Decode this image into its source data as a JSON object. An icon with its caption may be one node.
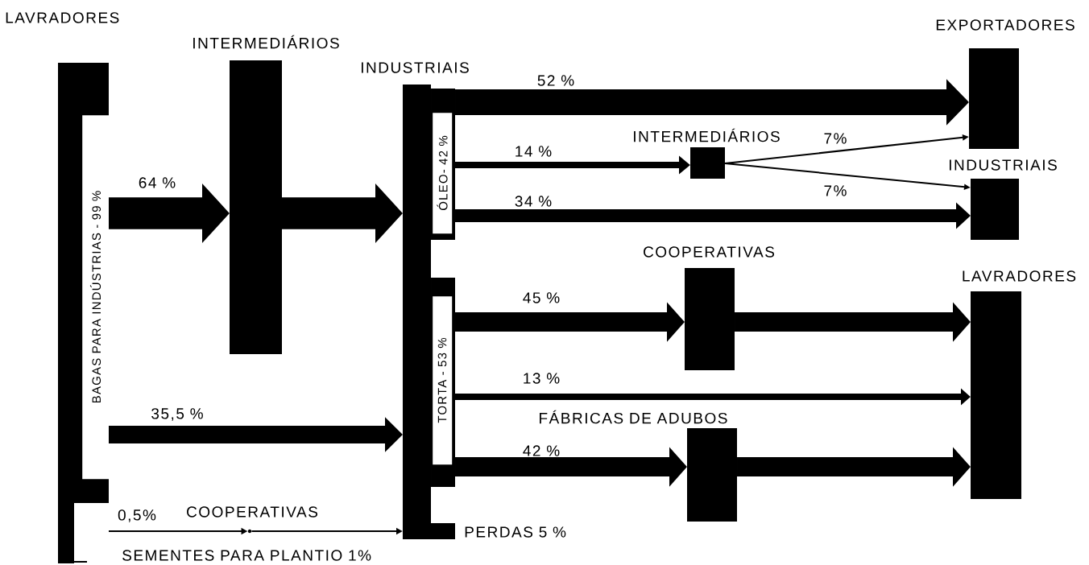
{
  "diagram": {
    "nodes": [
      {
        "text": [
          "LAVRADORES",
          "BAGAS PARA INDÚSTRIAS - 99 %"
        ],
        "beside": [
          "SEMENTES PARA PLANTIO 1%"
        ]
      },
      {
        "text": [
          "INTERMEDIÁRIOS"
        ]
      },
      {
        "text": [
          "INDUSTRIAIS"
        ],
        "beside": [
          "PERDAS 5 %"
        ]
      },
      {
        "text": [
          "ÓLEO- 42 %"
        ]
      },
      {
        "text": [
          "TORTA - 53 %"
        ]
      },
      {
        "text": [
          "EXPORTADORES"
        ]
      },
      {
        "text": [
          "INTERMEDIÁRIOS"
        ]
      },
      {
        "text": [
          "INDUSTRIAIS"
        ]
      },
      {
        "text": [
          "COOPERATIVAS"
        ]
      },
      {
        "text": [
          "LAVRADORES"
        ]
      },
      {
        "text": [
          "FÁBRICAS DE ADUBOS"
        ]
      },
      {
        "text": [
          "COOPERATIVAS"
        ]
      }
    ],
    "edges": [
      {
        "from": 0,
        "to": 1,
        "arrow": "to",
        "label": "64 %",
        "style": "thick"
      },
      {
        "from": 1,
        "to": 2,
        "arrow": "to",
        "style": "thick"
      },
      {
        "from": 0,
        "to": 2,
        "arrow": "to",
        "label": "35,5 %"
      },
      {
        "from": 0,
        "to": 11,
        "arrow": "to",
        "label": "0,5%"
      },
      {
        "from": 11,
        "to": 2,
        "arrow": "to"
      },
      {
        "from": 3,
        "to": 5,
        "arrow": "to",
        "label": "52 %"
      },
      {
        "from": 3,
        "to": 6,
        "arrow": "to",
        "label": "14 %"
      },
      {
        "from": 6,
        "to": 5,
        "arrow": "to",
        "label": "7%"
      },
      {
        "from": 6,
        "to": 7,
        "arrow": "to",
        "label": "7%"
      },
      {
        "from": 3,
        "to": 7,
        "arrow": "to",
        "label": "34 %"
      },
      {
        "from": 4,
        "to": 8,
        "arrow": "to",
        "label": "45 %"
      },
      {
        "from": 8,
        "to": 9,
        "arrow": "to"
      },
      {
        "from": 4,
        "to": 9,
        "arrow": "to",
        "label": "13 %"
      },
      {
        "from": 4,
        "to": 10,
        "arrow": "to",
        "label": "42 %"
      },
      {
        "from": 10,
        "to": 9,
        "arrow": "to"
      }
    ]
  }
}
